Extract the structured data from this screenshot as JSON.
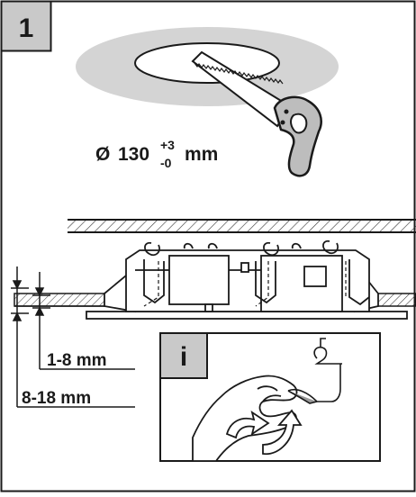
{
  "step": {
    "number": "1"
  },
  "cutout": {
    "diameter_symbol": "Ø",
    "diameter_value": "130",
    "tolerance_upper": "+3",
    "tolerance_lower": "-0",
    "unit": "mm"
  },
  "info_box": {
    "label": "i"
  },
  "dimensions": {
    "panel_thickness": "1-8 mm",
    "mounting_depth": "8-18 mm"
  },
  "colors": {
    "line": "#1a1a1a",
    "label_bg": "#c9c9c9",
    "ceiling_shadow": "#d4d4d4",
    "hand_fill": "#ffffff",
    "hatch": "#333333"
  }
}
